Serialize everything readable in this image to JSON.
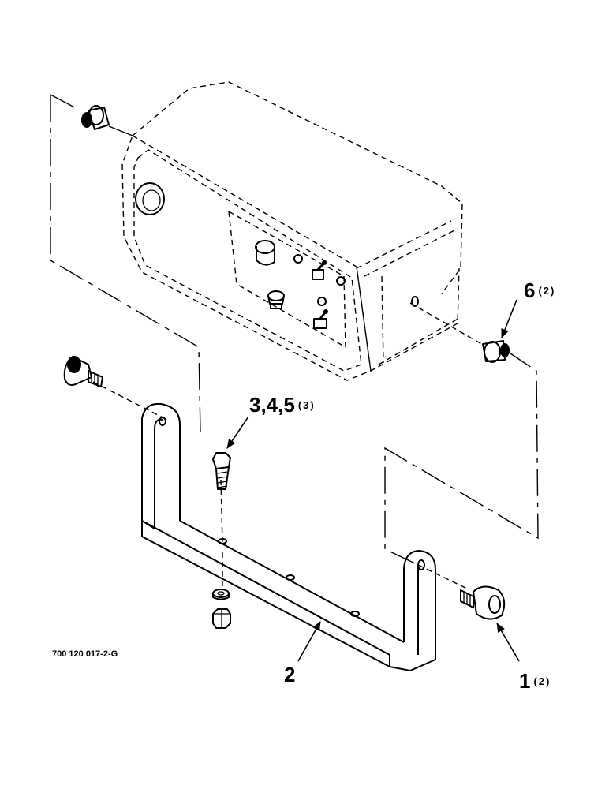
{
  "callouts": {
    "part1": {
      "number": "1",
      "qty": "(2)"
    },
    "part2": {
      "number": "2"
    },
    "part345": {
      "number": "3,4,5",
      "qty": "(3)"
    },
    "part6": {
      "number": "6",
      "qty": "(2)"
    }
  },
  "drawing_number": "700 120 017-2-G"
}
